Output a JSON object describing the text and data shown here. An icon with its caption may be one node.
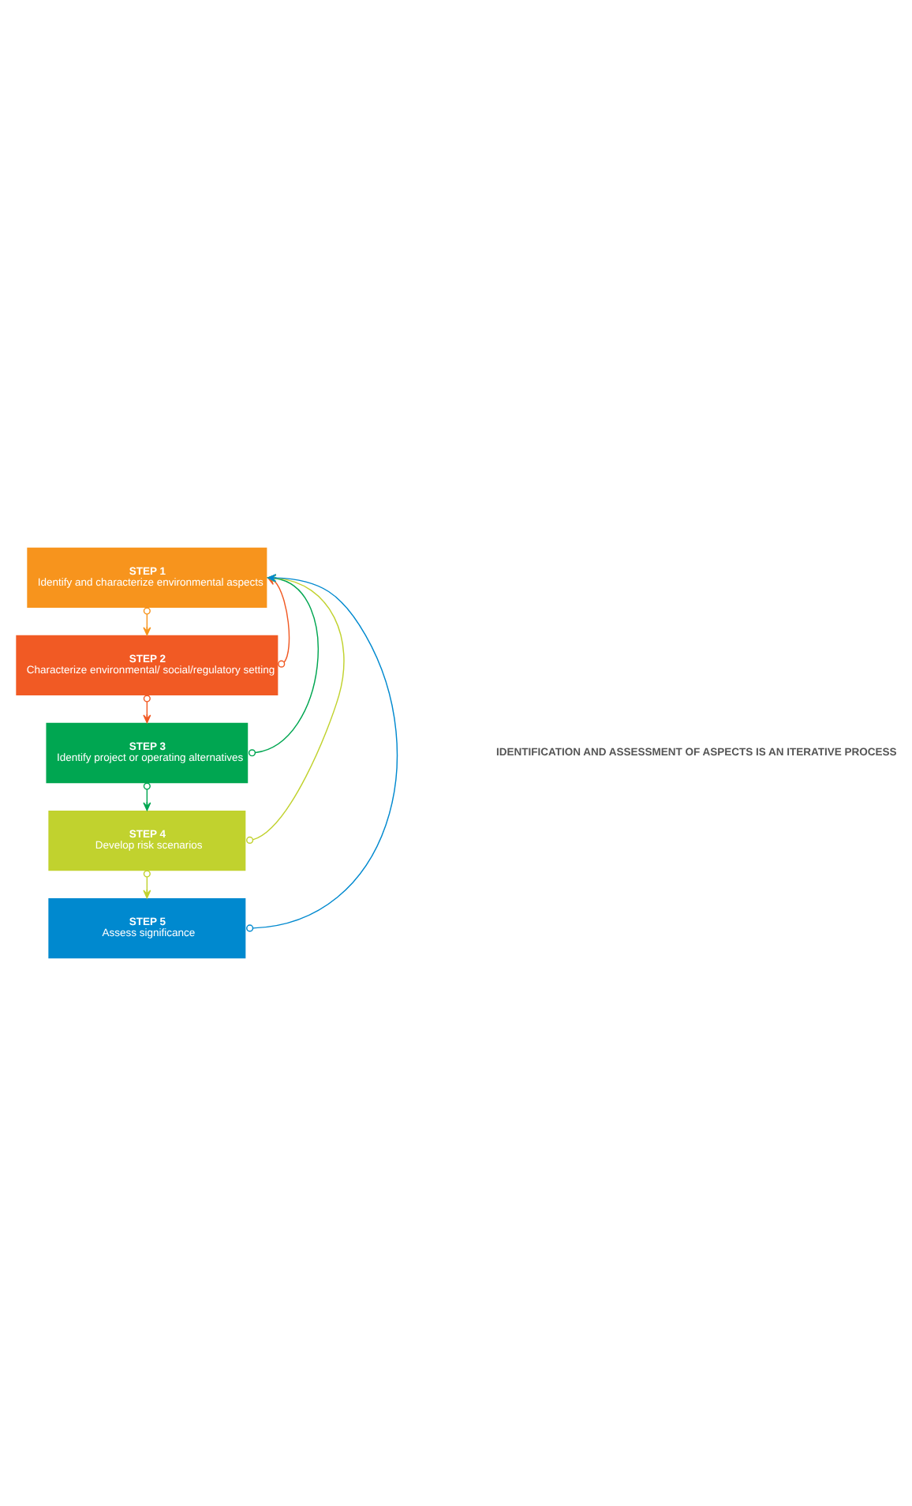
{
  "diagram": {
    "nodes": [
      {
        "text": [
          "STEP 1",
          "Identify and characterize environmental aspects"
        ]
      },
      {
        "text": [
          "STEP 2",
          "Characterize environmental/ social/regulatory setting"
        ]
      },
      {
        "text": [
          "STEP 3",
          "Identify project or operating alternatives"
        ]
      },
      {
        "text": [
          "STEP 4",
          "Develop risk scenarios"
        ]
      },
      {
        "text": [
          "STEP 5",
          "Assess significance"
        ]
      }
    ],
    "edges": [
      {
        "from": 0,
        "to": 1,
        "arrow": "to",
        "color": "#f7941d"
      },
      {
        "from": 1,
        "to": 2,
        "arrow": "to",
        "color": "#f15a24"
      },
      {
        "from": 2,
        "to": 3,
        "arrow": "to",
        "color": "#00a651"
      },
      {
        "from": 3,
        "to": 4,
        "arrow": "to",
        "color": "#c1d22e"
      },
      {
        "from": 1,
        "to": 0,
        "arrow": "to",
        "color": "#f15a24"
      },
      {
        "from": 2,
        "to": 0,
        "arrow": "to",
        "color": "#00a651"
      },
      {
        "from": 3,
        "to": 0,
        "arrow": "to",
        "color": "#c1d22e"
      },
      {
        "from": 4,
        "to": 0,
        "arrow": "to",
        "color": "#0089cf"
      }
    ],
    "labels": [
      "IDENTIFICATION AND ASSESSMENT OF ASPECTS IS AN ITERATIVE PROCESS"
    ]
  }
}
